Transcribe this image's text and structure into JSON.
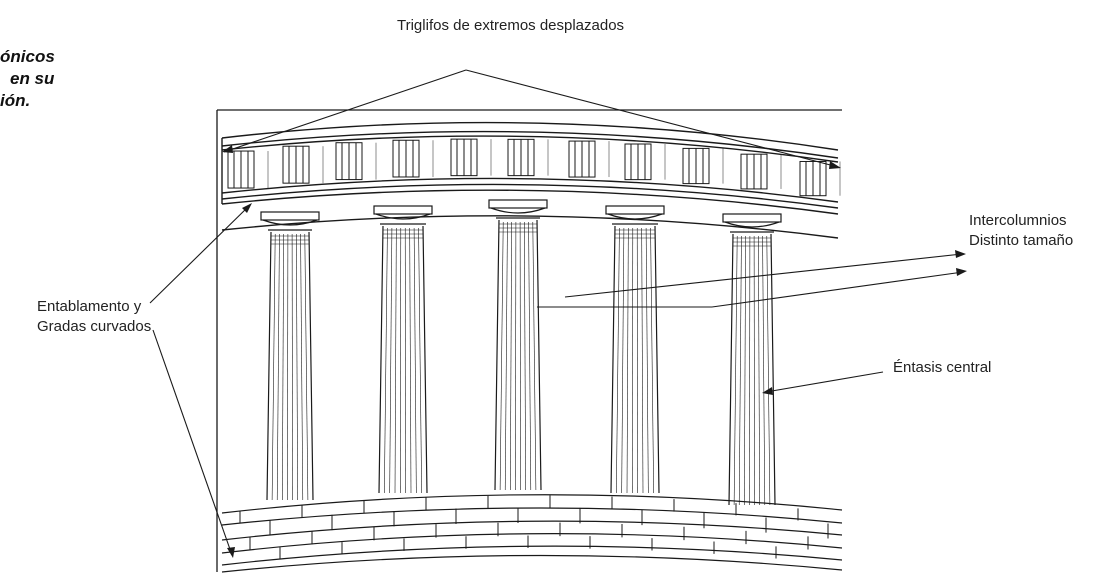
{
  "side_note": {
    "lines": [
      "ónicos",
      "en su",
      "ión."
    ]
  },
  "labels": {
    "triglifos": "Triglifos de extremos desplazados",
    "intercolumnios_line1": "Intercolumnios",
    "intercolumnios_line2": "Distinto tamaño",
    "entablamento_line1": "Entablamento y",
    "entablamento_line2": "Gradas curvados",
    "entasis": "Éntasis central"
  },
  "colors": {
    "stroke": "#1a1a1a",
    "background": "#ffffff"
  }
}
